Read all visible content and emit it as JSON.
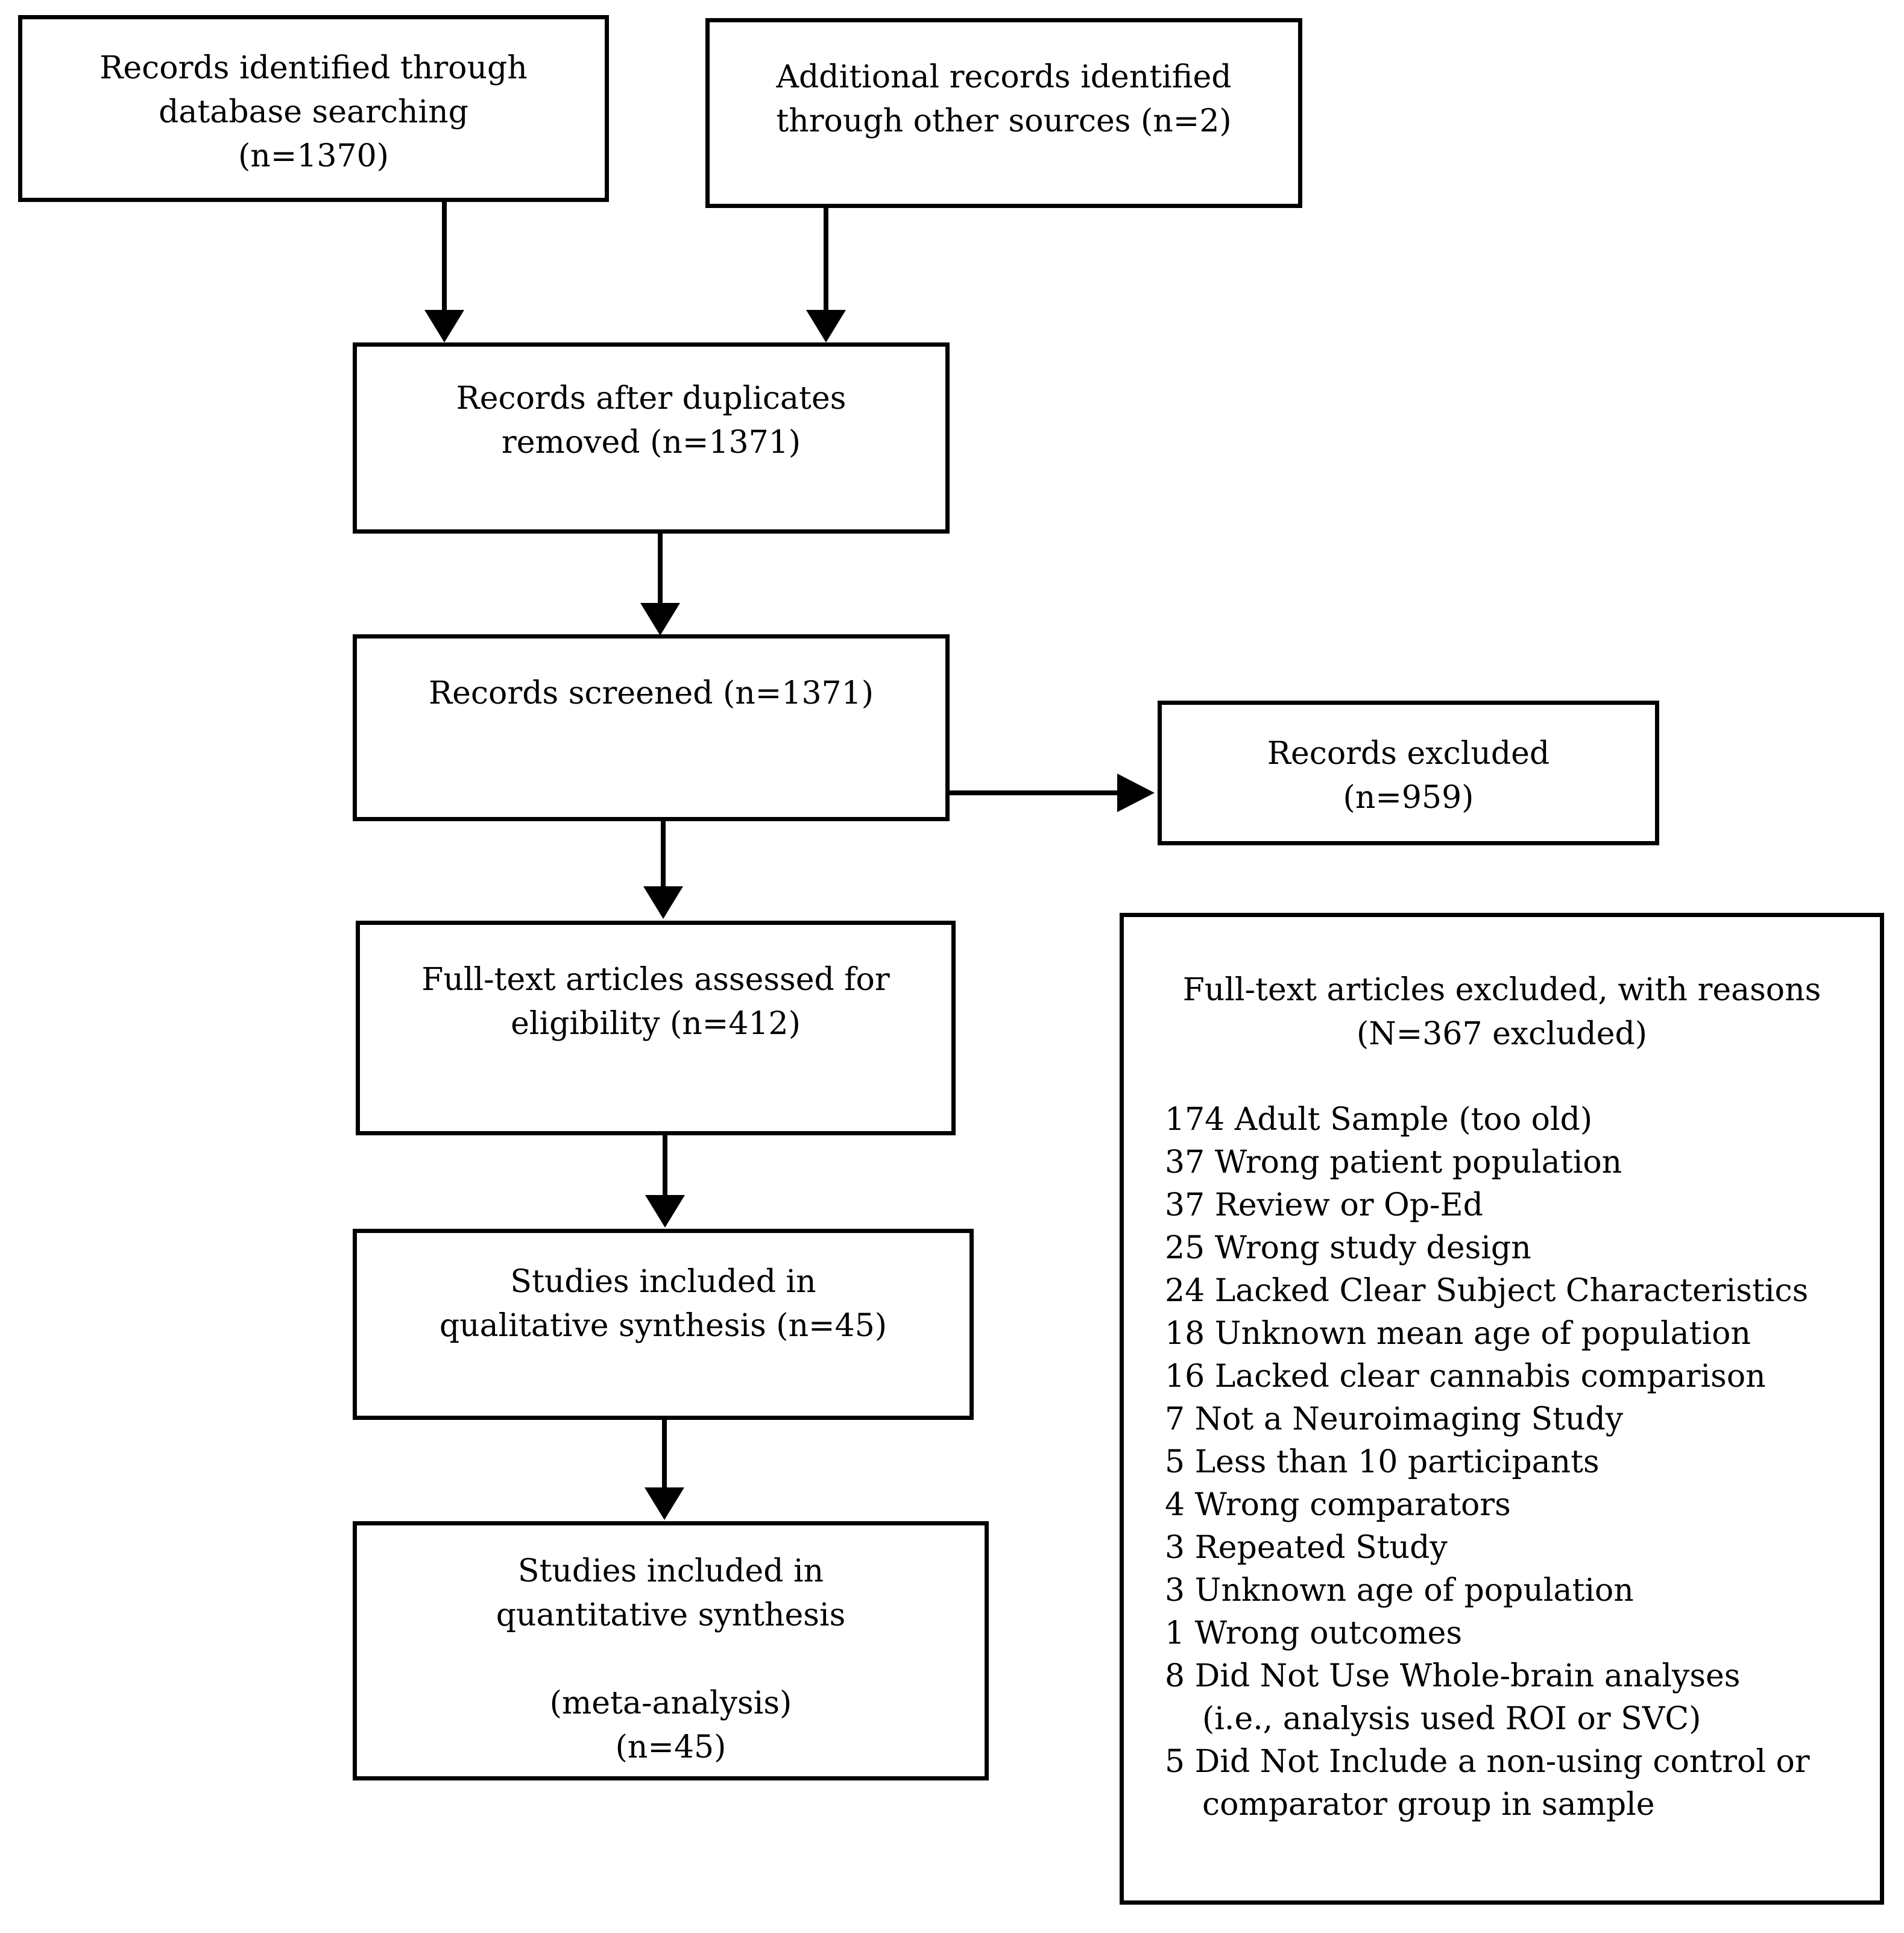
{
  "flowchart": {
    "colors": {
      "ink": "#000000",
      "background": "#ffffff"
    },
    "boxes": {
      "identified": "Records identified through\ndatabase searching\n(n=1370)",
      "additional": "Additional records identified\nthrough other sources (n=2)",
      "duplicates_removed": "Records after duplicates\nremoved (n=1371)",
      "screened": "Records screened (n=1371)",
      "excluded": "Records excluded\n(n=959)",
      "full_text_assessed": "Full-text articles assessed for\neligibility (n=412)",
      "qualitative": "Studies included in\nqualitative synthesis (n=45)",
      "quantitative": "Studies included in\nquantitative synthesis\n\n(meta-analysis)\n(n=45)"
    },
    "exclusion": {
      "header": "Full-text articles excluded, with reasons\n(N=367 excluded)",
      "items": [
        {
          "count": "174",
          "text": "Adult Sample (too old)"
        },
        {
          "count": "37",
          "text": "Wrong patient population"
        },
        {
          "count": "37",
          "text": "Review or Op-Ed"
        },
        {
          "count": "25",
          "text": "Wrong study design"
        },
        {
          "count": "24",
          "text": "Lacked Clear Subject Characteristics"
        },
        {
          "count": "18",
          "text": "Unknown mean age of population"
        },
        {
          "count": "16",
          "text": "Lacked clear cannabis comparison"
        },
        {
          "count": "7",
          "text": "Not a Neuroimaging Study"
        },
        {
          "count": "5",
          "text": "Less than 10 participants"
        },
        {
          "count": "4",
          "text": "Wrong comparators"
        },
        {
          "count": "3",
          "text": "Repeated Study"
        },
        {
          "count": "3",
          "text": "Unknown age of population"
        },
        {
          "count": "1",
          "text": "Wrong outcomes"
        },
        {
          "count": "8",
          "text": "Did Not Use Whole-brain analyses\n(i.e., analysis used ROI or SVC)"
        },
        {
          "count": "5",
          "text": "Did Not Include a non-using control or\ncomparator group in sample"
        }
      ]
    }
  }
}
